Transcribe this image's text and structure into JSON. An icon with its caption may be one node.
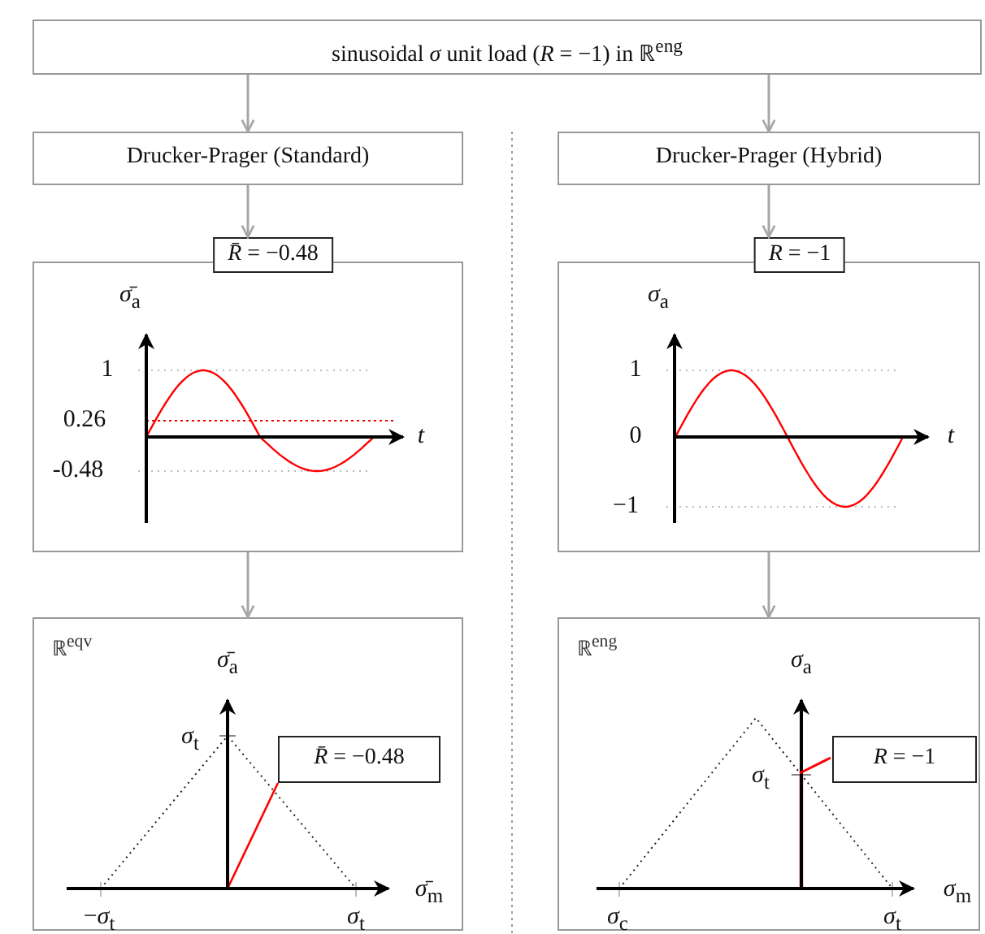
{
  "diagram": {
    "nodes": [
      {
        "text": [
          "sinusoidal *σ* unit load (*R* = −1) in ℝ$^{eng}$"
        ]
      },
      {
        "text": [
          "Drucker-Prager (Standard)"
        ]
      },
      {
        "text": [
          "Drucker-Prager (Hybrid)"
        ]
      },
      {
        "text": [
          "*R̄* = −0.48"
        ]
      },
      {
        "text": [
          "*R* = −1"
        ]
      },
      {
        "text": [
          "ℝ$^{eqv}$"
        ]
      },
      {
        "text": [
          "*R̄* = −0.48"
        ],
        "in": 5
      },
      {
        "text": [
          "ℝ$^{eng}$"
        ]
      },
      {
        "text": [
          "*R* = −1"
        ],
        "in": 7
      }
    ],
    "edges": [
      {
        "from": 0,
        "to": 1,
        "arrow": "to"
      },
      {
        "from": 0,
        "to": 2,
        "arrow": "to"
      },
      {
        "from": 1,
        "to": 3,
        "arrow": "to"
      },
      {
        "from": 2,
        "to": 4,
        "arrow": "to"
      },
      {
        "from": 3,
        "to": 5,
        "arrow": "to"
      },
      {
        "from": 4,
        "to": 7,
        "arrow": "to"
      },
      {
        "from": 8,
        "to": null,
        "arrow": "none",
        "color": "#ff0000"
      }
    ],
    "labels": [
      "*σ̄*$_{a}$",
      "1",
      "0.26",
      "-0.48",
      "*t*",
      "*σ*$_{a}$",
      "1",
      "0",
      "−1",
      "*t*",
      "*σ̄*$_{a}$",
      "*σ*$_{t}$",
      "*σ̄*$_{m}$",
      "−*σ*$_{t}$",
      "*σ*$_{t}$",
      "*σ*$_{a}$",
      "*σ*$_{t}$",
      "*σ*$_{m}$",
      "*σ*$_{c}$",
      "*σ*$_{t}$"
    ]
  }
}
